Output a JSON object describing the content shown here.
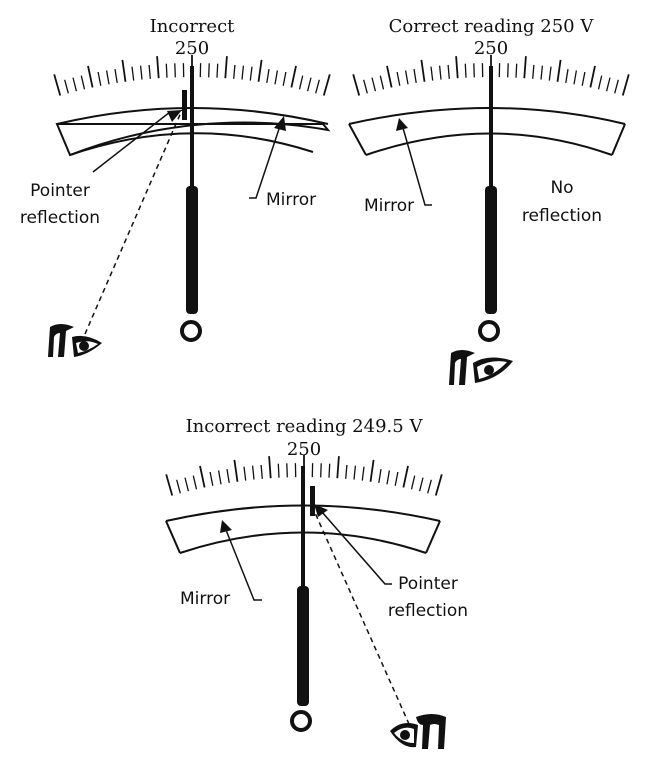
{
  "diagrams": [
    {
      "title": "Incorrect",
      "scale_value": "250",
      "labels": {
        "left": "Pointer",
        "left2": "reflection",
        "right": "Mirror"
      }
    },
    {
      "title": "Correct reading 250 V",
      "scale_value": "250",
      "labels": {
        "left": "Mirror",
        "right": "No",
        "right2": "reflection"
      }
    },
    {
      "title": "Incorrect reading 249.5 V",
      "scale_value": "250",
      "labels": {
        "left": "Mirror",
        "right": "Pointer",
        "right2": "reflection"
      }
    }
  ],
  "colors": {
    "ink": "#111111",
    "background": "#ffffff"
  },
  "icons": {
    "eye": "eye-icon"
  }
}
